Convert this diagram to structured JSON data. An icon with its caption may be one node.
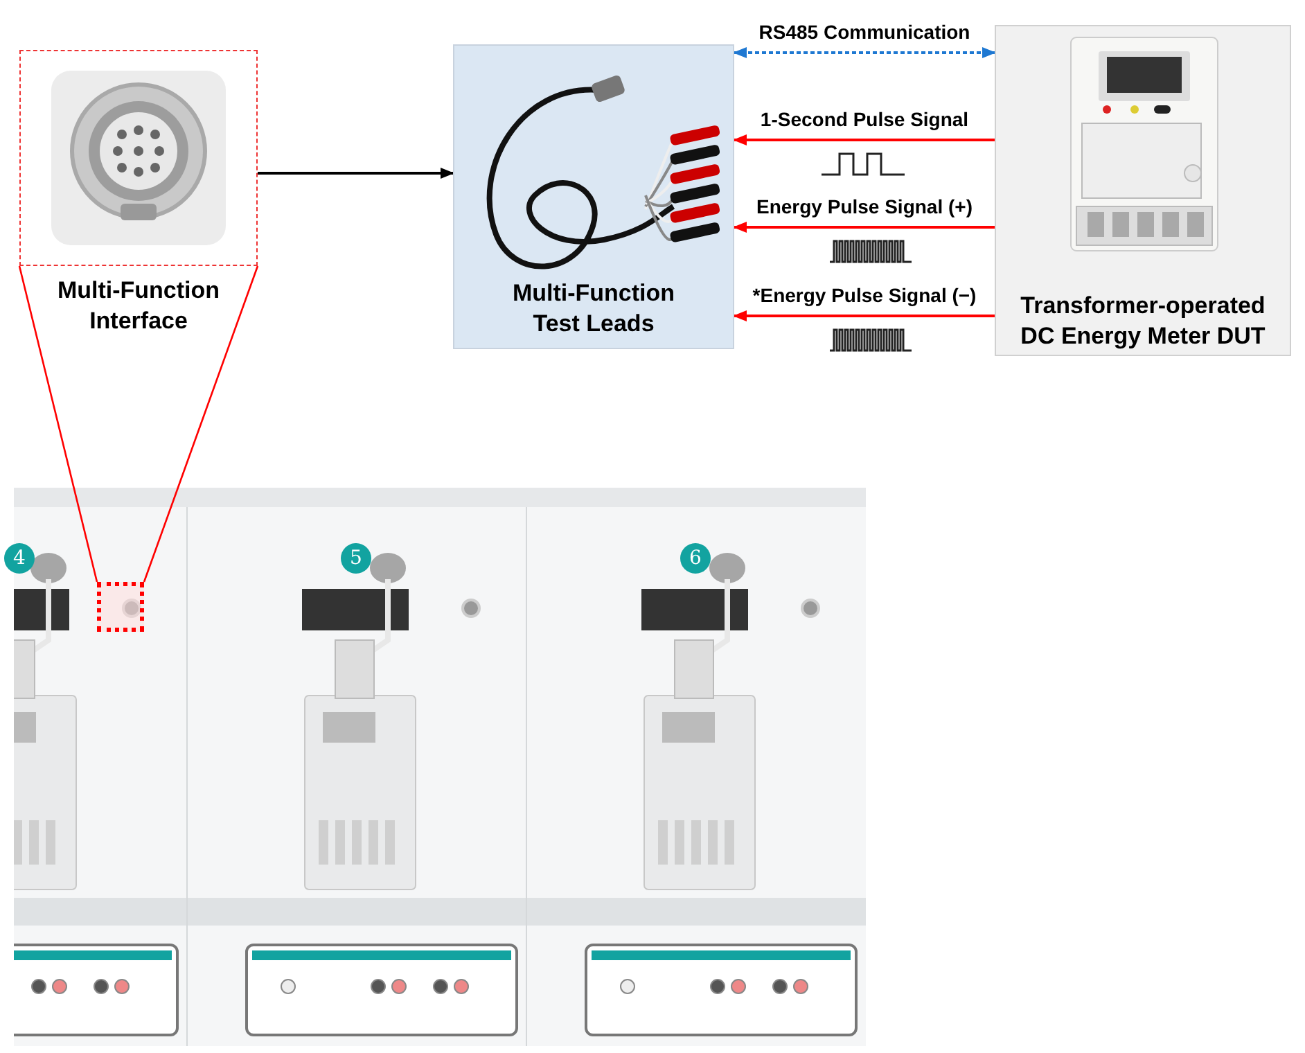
{
  "diagram": {
    "nodes": [
      {
        "text": [
          "Multi-Function Interface"
        ]
      },
      {
        "text": [
          "Multi-Function Test Leads"
        ]
      },
      {
        "text": [
          "Transformer-operated DC Energy Meter DUT"
        ]
      },
      {
        "text": [],
        "shape": "picture"
      },
      {
        "text": [],
        "shape": "box",
        "in": 3
      }
    ],
    "edges": [
      {
        "from": 0,
        "to": 1,
        "arrow": "to",
        "color": "#000000"
      },
      {
        "from": 2,
        "to": 1,
        "arrow": "both",
        "style": "dashed",
        "color": "#1e78d2",
        "label": "RS485 Communication"
      },
      {
        "from": 2,
        "to": 1,
        "arrow": "to",
        "label": "1-Second Pulse Signal"
      },
      {
        "from": 2,
        "to": 1,
        "arrow": "to",
        "label": "Energy Pulse Signal (+)"
      },
      {
        "from": 2,
        "to": 1,
        "arrow": "to",
        "label": "*Energy Pulse Signal (−)"
      },
      {
        "from": 4,
        "to": 0,
        "arrow": "none"
      },
      {
        "from": 4,
        "to": 0,
        "arrow": "none"
      }
    ],
    "labels": [
      "4",
      "5",
      "6"
    ]
  }
}
